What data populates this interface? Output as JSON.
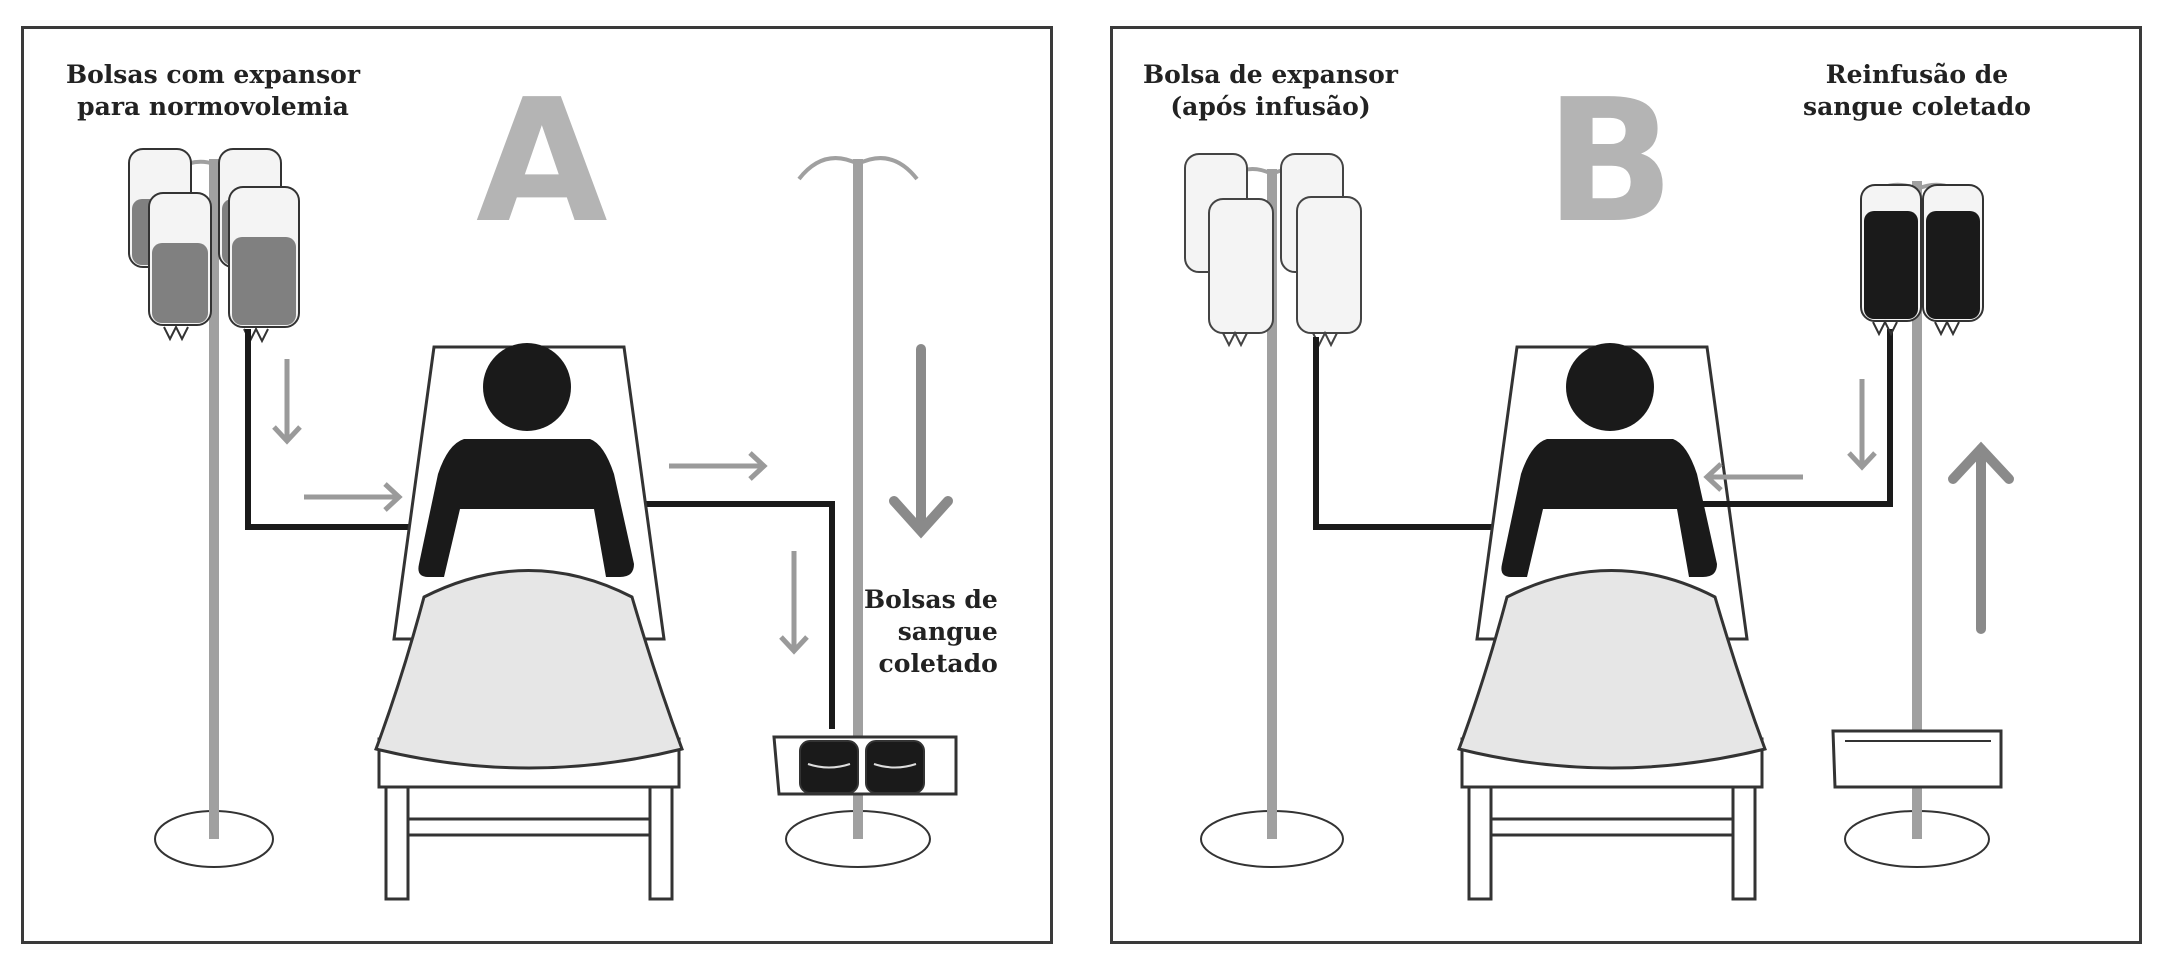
{
  "panel_a": {
    "letter": "A",
    "expander_bags_label": [
      "Bolsas com expansor",
      "para normovolemia"
    ],
    "collected_bags_label": [
      "Bolsas de",
      "sangue",
      "coletado"
    ]
  },
  "panel_b": {
    "letter": "B",
    "expander_bag_label": [
      "Bolsa de expansor",
      "(após infusão)"
    ],
    "reinfusion_label": [
      "Reinfusão de",
      "sangue coletado"
    ]
  },
  "colors": {
    "border": "#3a3a3a",
    "pole": "#a0a0a0",
    "tube": "#1a1a1a",
    "person": "#1a1a1a",
    "blanket": "#e6e6e6",
    "expander_fluid": "#808080",
    "blood": "#1a1a1a",
    "empty_bag": "#f4f4f4",
    "arrow": "#9a9a9a",
    "letter": "#b4b4b4"
  }
}
